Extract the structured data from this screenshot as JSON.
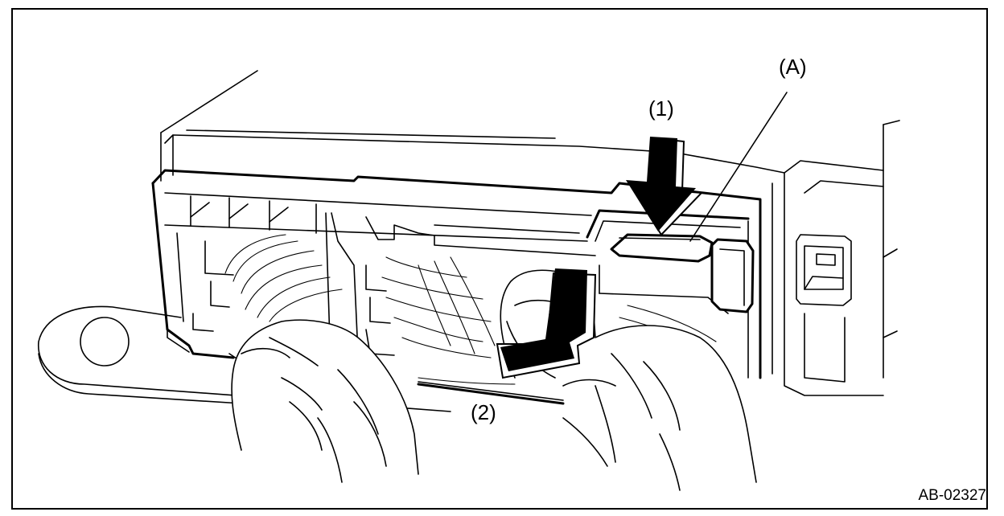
{
  "labels": {
    "part_a": "(A)",
    "step_1": "(1)",
    "step_2": "(2)"
  },
  "figure_id": "AB-02327",
  "colors": {
    "line": "#000000",
    "background": "#ffffff",
    "arrow_fill": "#000000"
  }
}
